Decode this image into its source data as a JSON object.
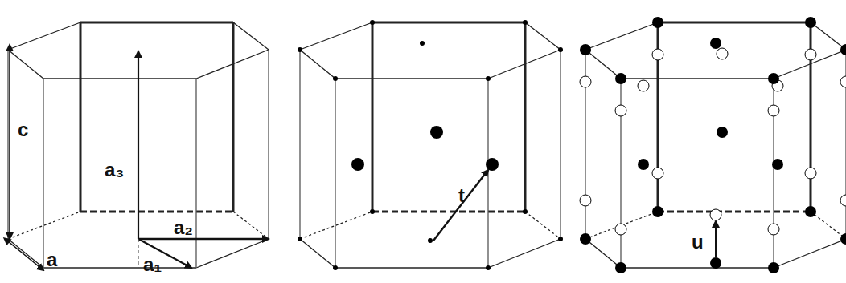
{
  "diagram": {
    "labels": [
      "c",
      "a₃",
      "a",
      "a₂",
      "a₁",
      "t",
      "u"
    ]
  }
}
